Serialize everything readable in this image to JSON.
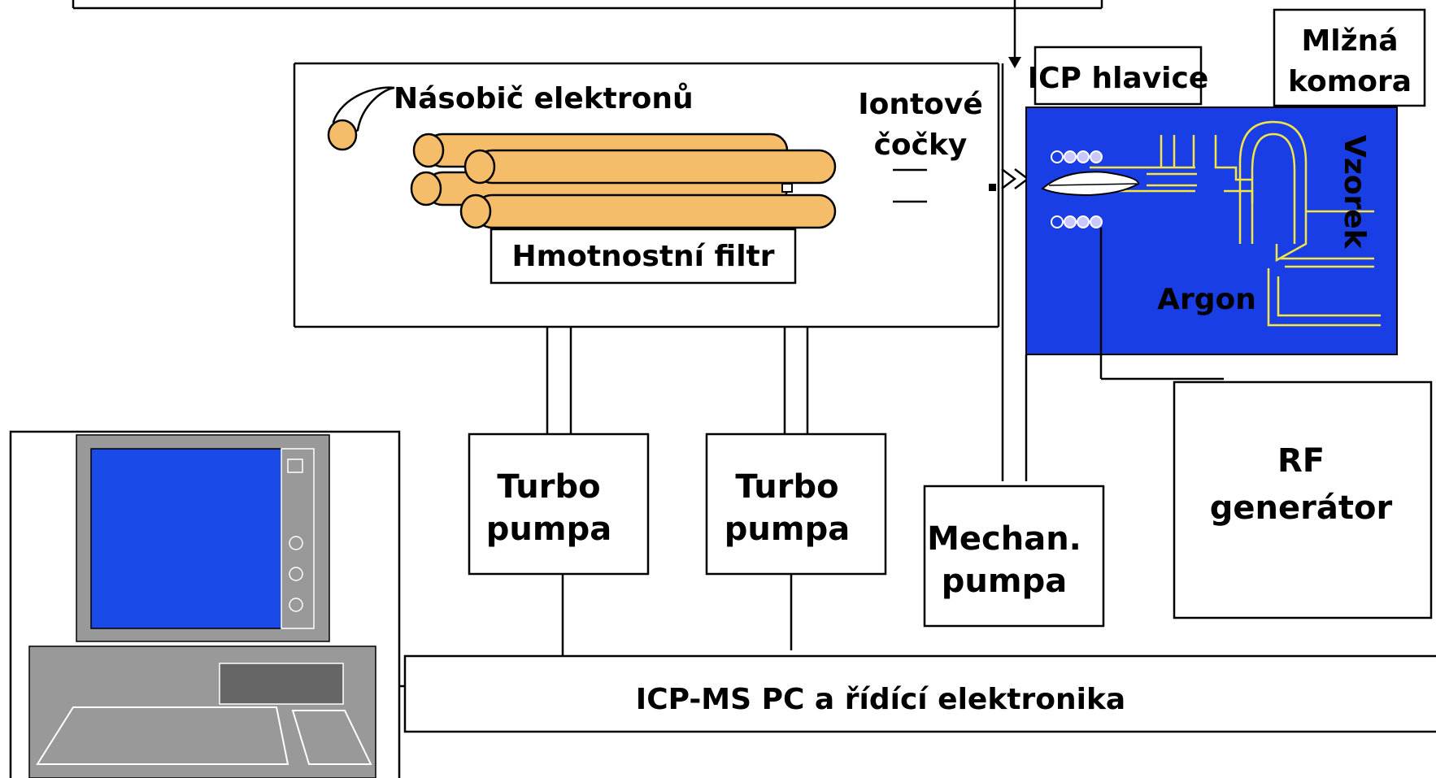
{
  "labels": {
    "multiplier": "Násobič elektronů",
    "ion_lens_line1": "Iontové",
    "ion_lens_line2": "čočky",
    "mass_filter": "Hmotnostní filtr",
    "icp_head": "ICP hlavice",
    "spray_chamber_line1": "Mlžná",
    "spray_chamber_line2": "komora",
    "sample": "Vzorek",
    "argon": "Argon",
    "turbo1_line1": "Turbo",
    "turbo1_line2": "pumpa",
    "turbo2_line1": "Turbo",
    "turbo2_line2": "pumpa",
    "mech_line1": "Mechan.",
    "mech_line2": "pumpa",
    "rf_line1": "RF",
    "rf_line2": "generátor",
    "control": "ICP-MS PC a řídící elektronika"
  },
  "colors": {
    "rod_fill": "#f5bd6a",
    "torch_bg": "#1a3ee6",
    "torch_lines": "#f5e642",
    "monitor_screen": "#1a4be8",
    "computer_gray": "#999999",
    "coil": "#c8c8ff"
  }
}
